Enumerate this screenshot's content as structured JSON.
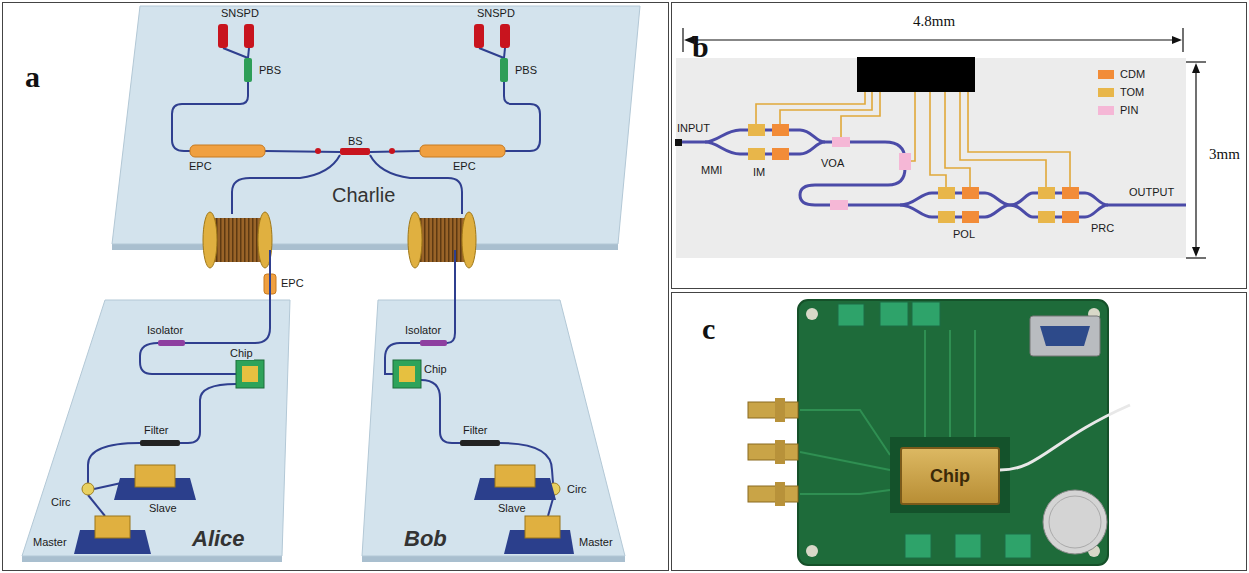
{
  "diagram": {
    "nodes": [
      {
        "text": [
          "a"
        ]
      },
      {
        "text": [
          "Charlie"
        ],
        "in": 0
      },
      {
        "text": [
          "Alice"
        ],
        "in": 0
      },
      {
        "text": [
          "Bob"
        ],
        "in": 0
      },
      {
        "text": [
          "b"
        ]
      },
      {
        "text": [
          "c"
        ]
      },
      {
        "text": [
          "Chip"
        ],
        "in": 5
      }
    ],
    "edges": [
      {
        "from": 2,
        "to": 1,
        "arrow": "none"
      },
      {
        "from": 3,
        "to": 1,
        "arrow": "none"
      }
    ],
    "labels": [
      "SNSPD",
      "SNSPD",
      "PBS",
      "PBS",
      "EPC",
      "BS",
      "EPC",
      "EPC",
      "Isolator",
      "Chip",
      "Filter",
      "Circ",
      "Slave",
      "Master",
      "Isolator",
      "Chip",
      "Filter",
      "Slave",
      "Circ",
      "Master",
      "4.8mm",
      "3mm",
      "INPUT",
      "MMI",
      "IM",
      "VOA",
      "OUTPUT",
      "POL",
      "PRC"
    ],
    "legend": [
      {
        "text": "CDM",
        "color": "#f28c38"
      },
      {
        "text": "TOM",
        "color": "#e8b64a"
      },
      {
        "text": "PIN",
        "color": "#f5b7d6"
      }
    ]
  }
}
